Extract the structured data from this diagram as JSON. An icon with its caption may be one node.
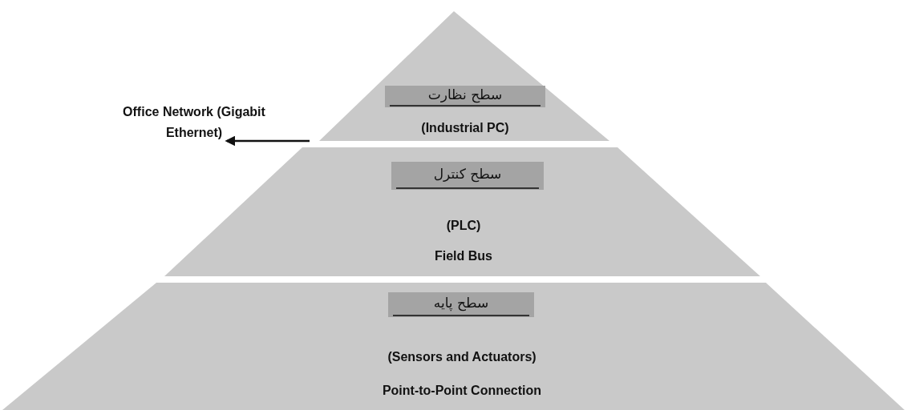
{
  "diagram": {
    "nodes": [
      {
        "text": [
          "(Industrial PC)"
        ]
      },
      {
        "text": [
          "سطح نظارت"
        ],
        "in": 0
      },
      {
        "text": [
          "Office Network (Gigabit Ethernet)"
        ]
      },
      {
        "text": [
          "(PLC)",
          "Field Bus"
        ]
      },
      {
        "text": [
          "سطح کنترل"
        ],
        "in": 3
      },
      {
        "text": [
          "(Sensors and Actuators)",
          "Point-to-Point Connection"
        ]
      },
      {
        "text": [
          "سطح پایه"
        ],
        "in": 5
      }
    ],
    "edges": [
      {
        "from": 0,
        "to": 2,
        "arrow": "to"
      }
    ]
  }
}
